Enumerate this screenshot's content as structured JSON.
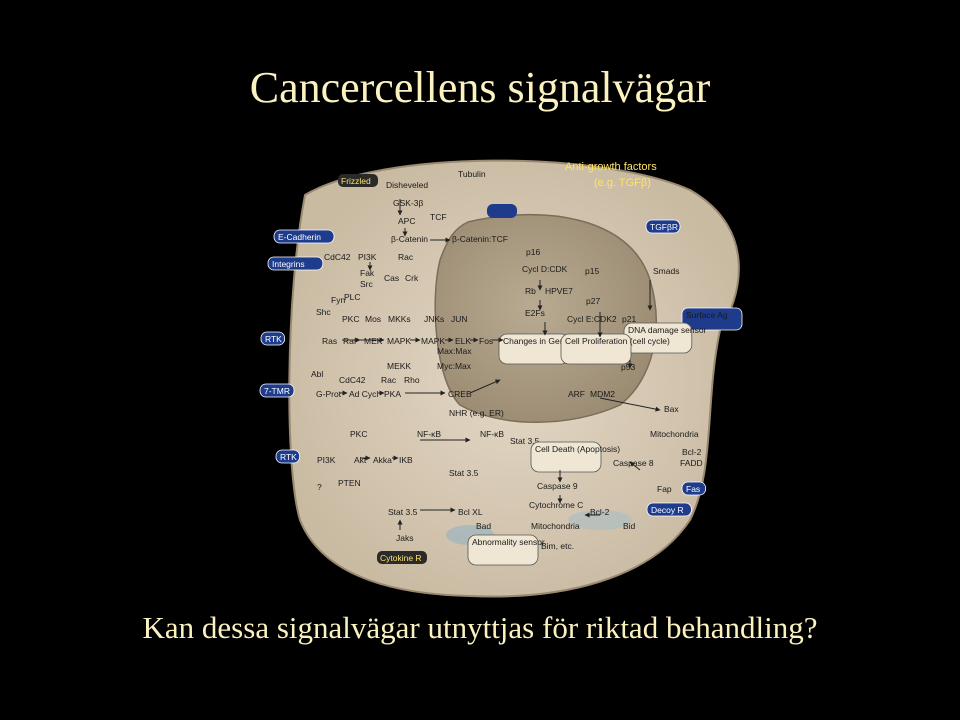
{
  "slide": {
    "title": "Cancercellens signalvägar",
    "caption": "Kan dessa signalvägar utnyttjas för riktad behandling?"
  },
  "colors": {
    "background": "#000000",
    "text": "#fbf2c0",
    "cytoplasm": "#d8cbb8",
    "nucleus": "#ab9d85",
    "membrane_marker": "#1f3b8c",
    "receptor_label": "#ffffff",
    "yellow_label": "#ffe36a"
  },
  "diagram": {
    "labels": [
      {
        "id": "frizzled",
        "text": "Frizzled",
        "style": "yellow"
      },
      {
        "id": "disheveled",
        "text": "Disheveled"
      },
      {
        "id": "tubulin",
        "text": "Tubulin"
      },
      {
        "id": "anti-growth",
        "text": "Anti-growth factors",
        "style": "yellow"
      },
      {
        "id": "tgfb-eg",
        "text": "(e.g. TGFβ)",
        "style": "yellow"
      },
      {
        "id": "gsk3b",
        "text": "GSK-3β"
      },
      {
        "id": "apc",
        "text": "APC"
      },
      {
        "id": "tcf",
        "text": "TCF"
      },
      {
        "id": "e-cadherin",
        "text": "E-Cadherin",
        "style": "blue"
      },
      {
        "id": "b-catenin",
        "text": "β-Catenin"
      },
      {
        "id": "b-catenin-tcf",
        "text": "β-Catenin:TCF"
      },
      {
        "id": "tgfbr",
        "text": "TGFβR",
        "style": "blue"
      },
      {
        "id": "p16",
        "text": "p16"
      },
      {
        "id": "integrins",
        "text": "Integrins",
        "style": "blue"
      },
      {
        "id": "cdc42-top",
        "text": "CdC42"
      },
      {
        "id": "pi3k-top",
        "text": "PI3K"
      },
      {
        "id": "rac-top",
        "text": "Rac"
      },
      {
        "id": "fak",
        "text": "Fak"
      },
      {
        "id": "src",
        "text": "Src"
      },
      {
        "id": "cas",
        "text": "Cas"
      },
      {
        "id": "crk",
        "text": "Crk"
      },
      {
        "id": "cycl-d-cdk",
        "text": "Cycl D:CDK"
      },
      {
        "id": "p15",
        "text": "p15"
      },
      {
        "id": "smads",
        "text": "Smads"
      },
      {
        "id": "rb",
        "text": "Rb"
      },
      {
        "id": "hpve7",
        "text": "HPVE7"
      },
      {
        "id": "p27",
        "text": "p27"
      },
      {
        "id": "fyn",
        "text": "Fyn"
      },
      {
        "id": "plc",
        "text": "PLC"
      },
      {
        "id": "shc",
        "text": "Shc"
      },
      {
        "id": "pkc-top",
        "text": "PKC"
      },
      {
        "id": "mos",
        "text": "Mos"
      },
      {
        "id": "mkks",
        "text": "MKKs"
      },
      {
        "id": "jnks",
        "text": "JNKs"
      },
      {
        "id": "jun",
        "text": "JUN"
      },
      {
        "id": "e2fs",
        "text": "E2Fs"
      },
      {
        "id": "cycl-e-cdk2",
        "text": "Cycl E:CDK2"
      },
      {
        "id": "p21",
        "text": "p21"
      },
      {
        "id": "surface-ag",
        "text": "Surface Ag",
        "style": "blue-box"
      },
      {
        "id": "dna-damage",
        "text": "DNA damage sensor",
        "style": "box"
      },
      {
        "id": "rtk-top",
        "text": "RTK",
        "style": "blue"
      },
      {
        "id": "ras",
        "text": "Ras"
      },
      {
        "id": "raf",
        "text": "Raf"
      },
      {
        "id": "mek",
        "text": "MEK"
      },
      {
        "id": "mapk-1",
        "text": "MAPK"
      },
      {
        "id": "mapk-2",
        "text": "MAPK"
      },
      {
        "id": "elk",
        "text": "ELK"
      },
      {
        "id": "fos",
        "text": "Fos"
      },
      {
        "id": "max-max",
        "text": "Max:Max"
      },
      {
        "id": "changes-gene",
        "text": "Changes in Gene Expression",
        "style": "box"
      },
      {
        "id": "cell-prolif",
        "text": "Cell Proliferation (cell cycle)",
        "style": "box"
      },
      {
        "id": "mekk",
        "text": "MEKK"
      },
      {
        "id": "myc-max",
        "text": "Myc:Max"
      },
      {
        "id": "p53",
        "text": "p53"
      },
      {
        "id": "abl",
        "text": "Abl"
      },
      {
        "id": "cdc42-mid",
        "text": "CdC42"
      },
      {
        "id": "rac-mid",
        "text": "Rac"
      },
      {
        "id": "rho",
        "text": "Rho"
      },
      {
        "id": "7-tmr",
        "text": "7-TMR",
        "style": "blue"
      },
      {
        "id": "g-prot",
        "text": "G-Prot"
      },
      {
        "id": "ad-cycl",
        "text": "Ad Cycl"
      },
      {
        "id": "pka",
        "text": "PKA"
      },
      {
        "id": "creb",
        "text": "CREB"
      },
      {
        "id": "arf",
        "text": "ARF"
      },
      {
        "id": "mdm2",
        "text": "MDM2"
      },
      {
        "id": "bax",
        "text": "Bax"
      },
      {
        "id": "nhr",
        "text": "NHR (e.g. ER)"
      },
      {
        "id": "pkc-low",
        "text": "PKC"
      },
      {
        "id": "nfkb-1",
        "text": "NF-κB"
      },
      {
        "id": "nfkb-2",
        "text": "NF-κB"
      },
      {
        "id": "stat35-a",
        "text": "Stat 3.5"
      },
      {
        "id": "mitochondria-top",
        "text": "Mitochondria"
      },
      {
        "id": "rtk-low",
        "text": "RTK",
        "style": "blue"
      },
      {
        "id": "pi3k-low",
        "text": "PI3K"
      },
      {
        "id": "akt",
        "text": "Akt"
      },
      {
        "id": "akka",
        "text": "Akka"
      },
      {
        "id": "ikb",
        "text": "IKB"
      },
      {
        "id": "cell-death",
        "text": "Cell Death (Apoptosis)",
        "style": "box"
      },
      {
        "id": "caspase8",
        "text": "Caspase 8"
      },
      {
        "id": "bcl2-right",
        "text": "Bcl-2"
      },
      {
        "id": "fadd",
        "text": "FADD"
      },
      {
        "id": "stat35-b",
        "text": "Stat 3.5"
      },
      {
        "id": "question",
        "text": "?"
      },
      {
        "id": "pten",
        "text": "PTEN"
      },
      {
        "id": "caspase9",
        "text": "Caspase 9"
      },
      {
        "id": "fap",
        "text": "Fap"
      },
      {
        "id": "fas",
        "text": "Fas",
        "style": "blue"
      },
      {
        "id": "cytochrome-c",
        "text": "Cytochrome C"
      },
      {
        "id": "stat35-c",
        "text": "Stat 3.5"
      },
      {
        "id": "bcl-xl",
        "text": "Bcl XL"
      },
      {
        "id": "bcl2-mid",
        "text": "Bcl-2"
      },
      {
        "id": "decoy-r",
        "text": "Decoy R",
        "style": "blue"
      },
      {
        "id": "bad",
        "text": "Bad"
      },
      {
        "id": "mitochondria-low",
        "text": "Mitochondria"
      },
      {
        "id": "bid",
        "text": "Bid"
      },
      {
        "id": "jaks",
        "text": "Jaks"
      },
      {
        "id": "abnormality",
        "text": "Abnormality sensor",
        "style": "box"
      },
      {
        "id": "bim",
        "text": "Bim, etc."
      },
      {
        "id": "cytokine-r",
        "text": "Cytokine R",
        "style": "yellow"
      }
    ]
  }
}
